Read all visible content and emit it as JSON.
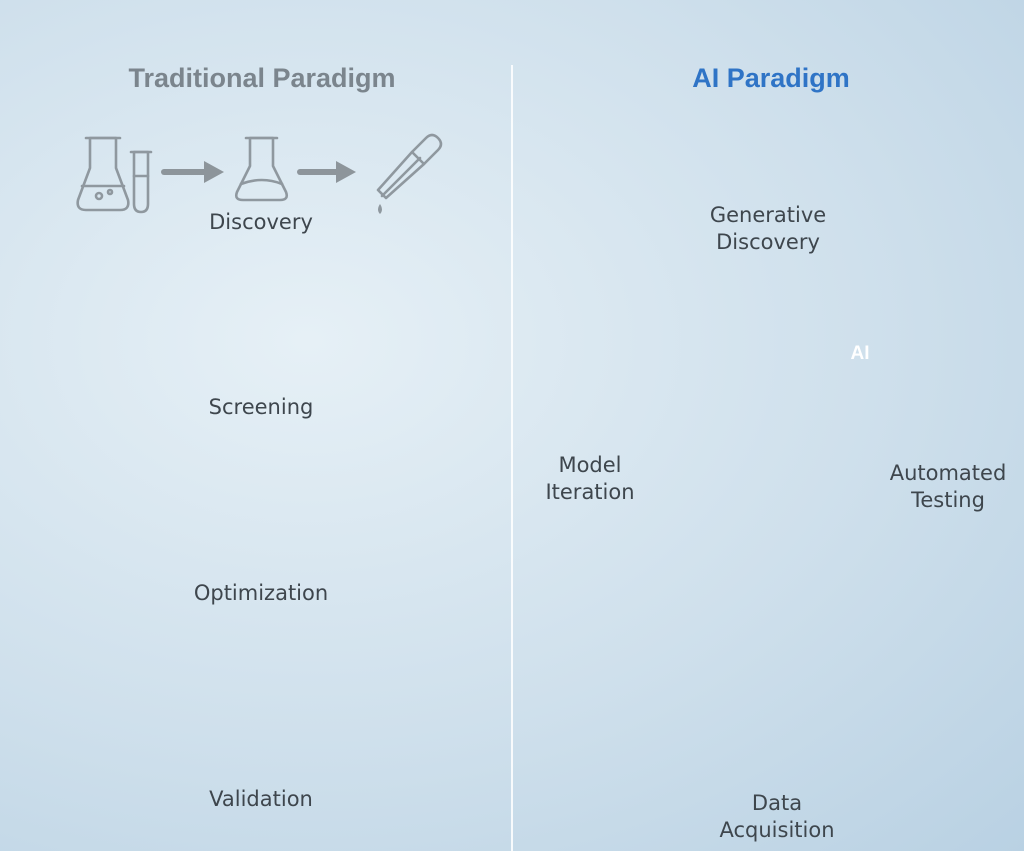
{
  "traditional": {
    "title": "Traditional Paradigm",
    "stages": [
      "Discovery",
      "Screening",
      "Optimization",
      "Validation"
    ]
  },
  "ai": {
    "title": "AI Paradigm",
    "badge": "AI",
    "stages": [
      {
        "line1": "Generative",
        "line2": "Discovery"
      },
      {
        "line1": "Automated",
        "line2": "Testing"
      },
      {
        "line1": "Data",
        "line2": "Acquisition"
      },
      {
        "line1": "Model",
        "line2": "Iteration"
      }
    ]
  },
  "colors": {
    "traditional_gray": "#8f989f",
    "ai_blue": "#3f84dc",
    "ai_title": "#2f74c6"
  },
  "icons": {
    "traditional_row1": [
      "flask-and-tube-icon",
      "flask-icon",
      "dropper-icon"
    ],
    "traditional_row2": [
      "dropper-icon",
      "magnifier-icon",
      "petri-dish-icon"
    ],
    "traditional_row3": [
      "petri-dish-icon",
      "molecule-network-icon",
      "microscope-and-tube-icon"
    ],
    "traditional_row4": [
      "flask-and-tube-icon",
      "microscope-icon"
    ],
    "ai_nodes": [
      "ai-chip-icon",
      "robot-arm-icon",
      "monitor-chart-icon",
      "data-dashboard-icon",
      "gears-icon",
      "flask-network-icon"
    ],
    "mascot": "ai-cloud-mascot-icon"
  }
}
